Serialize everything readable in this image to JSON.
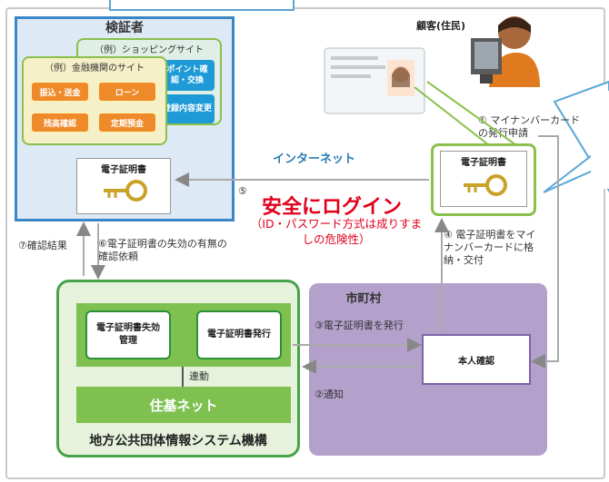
{
  "verifier": {
    "title": "検証者",
    "shop_title": "（例）ショッピングサイト",
    "shop_buttons": [
      "ポイント確認・交換",
      "登録内容変更"
    ],
    "bank_title": "（例）金融機関のサイト",
    "bank_buttons": [
      "振込・送金",
      "ローン",
      "残高確認",
      "定期預金"
    ],
    "cert_label": "電子証明書"
  },
  "customer": {
    "label": "顧客(住民)"
  },
  "steps": {
    "step1": "① マイナンバーカードの発行申請",
    "step2": "②通知",
    "step3": "③電子証明書を発行",
    "step4": "④ 電子証明書をマイナンバーカードに格納・交付",
    "step5": "⑤",
    "step6": "⑥電子証明書の失効の有無の確認依頼",
    "step7": "⑦確認結果"
  },
  "internet_label": "インターネット",
  "login": {
    "title": "安全にログイン",
    "note": "（ID・パスワード方式は成りすましの危険性）"
  },
  "customer_cert_label": "電子証明書",
  "city": {
    "title": "市町村",
    "identity_check": "本人確認"
  },
  "jlis": {
    "title": "地方公共団体情報システム機構",
    "box_revoke": "電子証明書失効管理",
    "box_issue": "電子証明書発行",
    "link_label": "連動",
    "juki_net": "住基ネット"
  },
  "colors": {
    "verifier_border": "#3a87c8",
    "jlis_border": "#47a34a",
    "city_bg": "#b3a1cc",
    "login_red": "#e0001b",
    "internet_blue": "#2a7db4"
  }
}
